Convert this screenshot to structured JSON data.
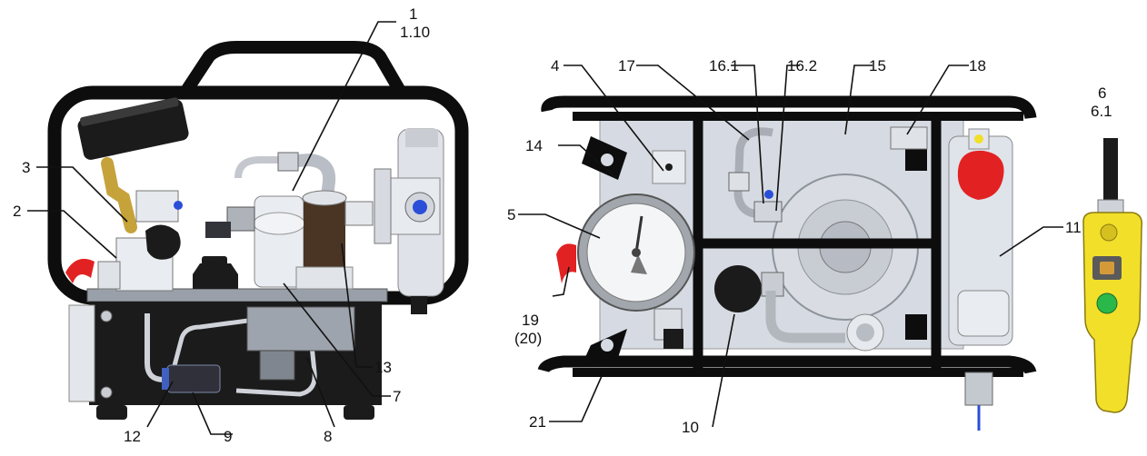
{
  "colors": {
    "frame": "#0d0d0d",
    "panel": "#d6dae2",
    "body": "#e8ebf0",
    "dark": "#1b1b1b",
    "red": "#e22222",
    "yellow": "#f2df2a",
    "blue": "#2a4ed8",
    "brass": "#c6a23a",
    "brown": "#4a3424"
  },
  "labels": {
    "l1": "1",
    "l1_10": "1.10",
    "l2": "2",
    "l3": "3",
    "l4": "4",
    "l5": "5",
    "l6": "6",
    "l6_1": "6.1",
    "l7": "7",
    "l8": "8",
    "l9": "9",
    "l10": "10",
    "l11": "11",
    "l12": "12",
    "l13": "13",
    "l14": "14",
    "l15": "15",
    "l16_1": "16.1",
    "l16_2": "16.2",
    "l17": "17",
    "l18": "18",
    "l19": "19",
    "l20": "(20)",
    "l21": "21"
  }
}
